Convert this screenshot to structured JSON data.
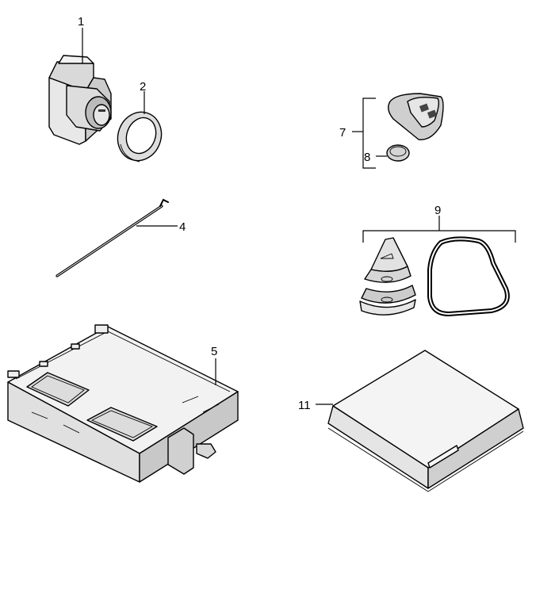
{
  "diagram": {
    "callouts": {
      "c1": "1",
      "c2": "2",
      "c4": "4",
      "c5": "5",
      "c7": "7",
      "c8": "8",
      "c9": "9",
      "c11": "11"
    },
    "icons": {
      "part1": "lock-cylinder-housing-icon",
      "part2": "seal-ring-icon",
      "part4": "rod-icon",
      "part5": "control-unit-icon",
      "part7": "remote-key-fob-icon",
      "part8": "coin-battery-icon",
      "part9a": "key-button-caps-icon",
      "part9b": "key-gasket-icon",
      "part11": "module-box-icon"
    }
  }
}
